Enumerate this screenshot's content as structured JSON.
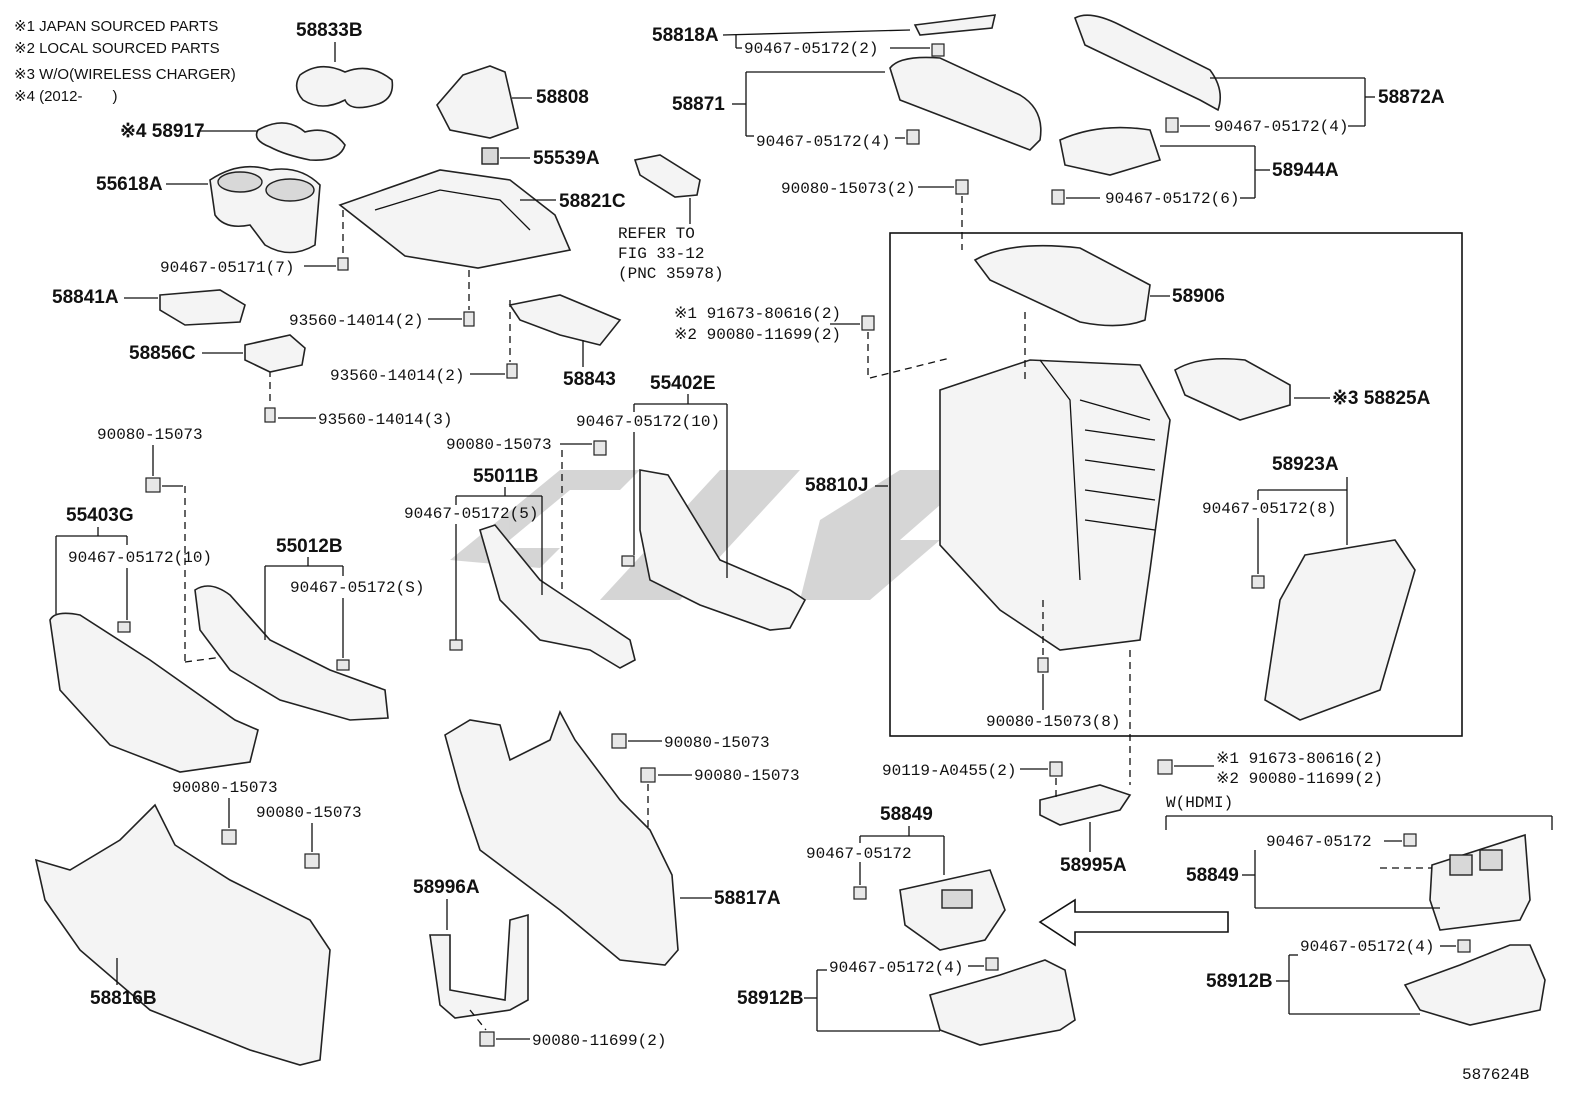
{
  "notes": [
    "※1 JAPAN SOURCED PARTS",
    "※2 LOCAL SOURCED PARTS",
    "※3 W/O(WIRELESS CHARGER)",
    "※4 (2012-　　)"
  ],
  "labels": {
    "p58833B": "58833B",
    "p58808": "58808",
    "p58917": "※4 58917",
    "p55539A": "55539A",
    "p55618A": "55618A",
    "p58821C": "58821C",
    "refer1": "REFER TO",
    "refer2": "FIG 33-12",
    "refer3": "(PNC 35978)",
    "p90467_05171_7": "90467-05171(7)",
    "p58841A": "58841A",
    "p93560_14014_2a": "93560-14014(2)",
    "p58856C": "58856C",
    "p93560_14014_2b": "93560-14014(2)",
    "p58843": "58843",
    "p93560_14014_3": "93560-14014(3)",
    "p58818A": "58818A",
    "p90467_05172_2": "90467-05172(2)",
    "p58871": "58871",
    "p90467_05172_4a": "90467-05172(4)",
    "p58872A": "58872A",
    "p90467_05172_4b": "90467-05172(4)",
    "p58944A": "58944A",
    "p90467_05172_6": "90467-05172(6)",
    "p90080_15073_2": "90080-15073(2)",
    "p58906": "58906",
    "p91673_80616_2a": "※1 91673-80616(2)",
    "p90080_11699_2a": "※2 90080-11699(2)",
    "p58825A": "※3 58825A",
    "p55402E": "55402E",
    "p90467_05172_10a": "90467-05172(10)",
    "p90080_15073_a": "90080-15073",
    "p55011B": "55011B",
    "p90467_05172_5": "90467-05172(5)",
    "p58810J": "58810J",
    "p58923A": "58923A",
    "p90467_05172_8": "90467-05172(8)",
    "p90080_15073_b": "90080-15073",
    "p55403G": "55403G",
    "p90467_05172_10b": "90467-05172(10)",
    "p55012B": "55012B",
    "p90467_05172_S": "90467-05172(S)",
    "p90080_15073_8": "90080-15073(8)",
    "p90119_A0455_2": "90119-A0455(2)",
    "p91673_80616_2b": "※1 91673-80616(2)",
    "p90080_11699_2b": "※2 90080-11699(2)",
    "p90080_15073_c": "90080-15073",
    "p90080_15073_d": "90080-15073",
    "p90080_15073_e": "90080-15073",
    "p90080_15073_f": "90080-15073",
    "whdmi": "W(HDMI)",
    "p58849a": "58849",
    "p90467_05172_a": "90467-05172",
    "p58849b": "58849",
    "p90467_05172_b": "90467-05172",
    "p58995A": "58995A",
    "p58817A": "58817A",
    "p58996A": "58996A",
    "p58816B": "58816B",
    "p90467_05172_4c": "90467-05172(4)",
    "p58912Ba": "58912B",
    "p90467_05172_4d": "90467-05172(4)",
    "p58912Bb": "58912B",
    "p90080_11699_2c": "90080-11699(2)",
    "diagram_id": "587624B"
  },
  "colors": {
    "ink": "#111111",
    "part_fill": "#f4f4f4",
    "shade": "#d8d8d8",
    "watermark": "#c8c8c8"
  }
}
